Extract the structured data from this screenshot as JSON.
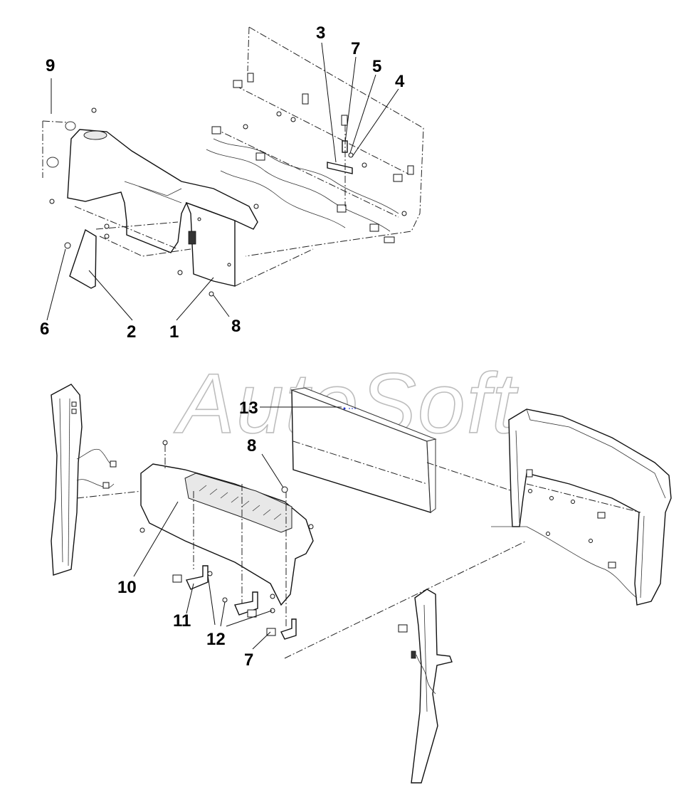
{
  "watermark": {
    "text": "AutoSoft"
  },
  "callouts": {
    "c1": "1",
    "c2": "2",
    "c3": "3",
    "c4": "4",
    "c5": "5",
    "c6": "6",
    "c7_top": "7",
    "c8_top": "8",
    "c9": "9",
    "c10": "10",
    "c11": "11",
    "c12": "12",
    "c13": "13",
    "c8_bottom": "8",
    "c7_bottom": "7"
  },
  "colors": {
    "line": "#111111",
    "watermark_outline": "#bdbdbd",
    "background": "#ffffff"
  }
}
